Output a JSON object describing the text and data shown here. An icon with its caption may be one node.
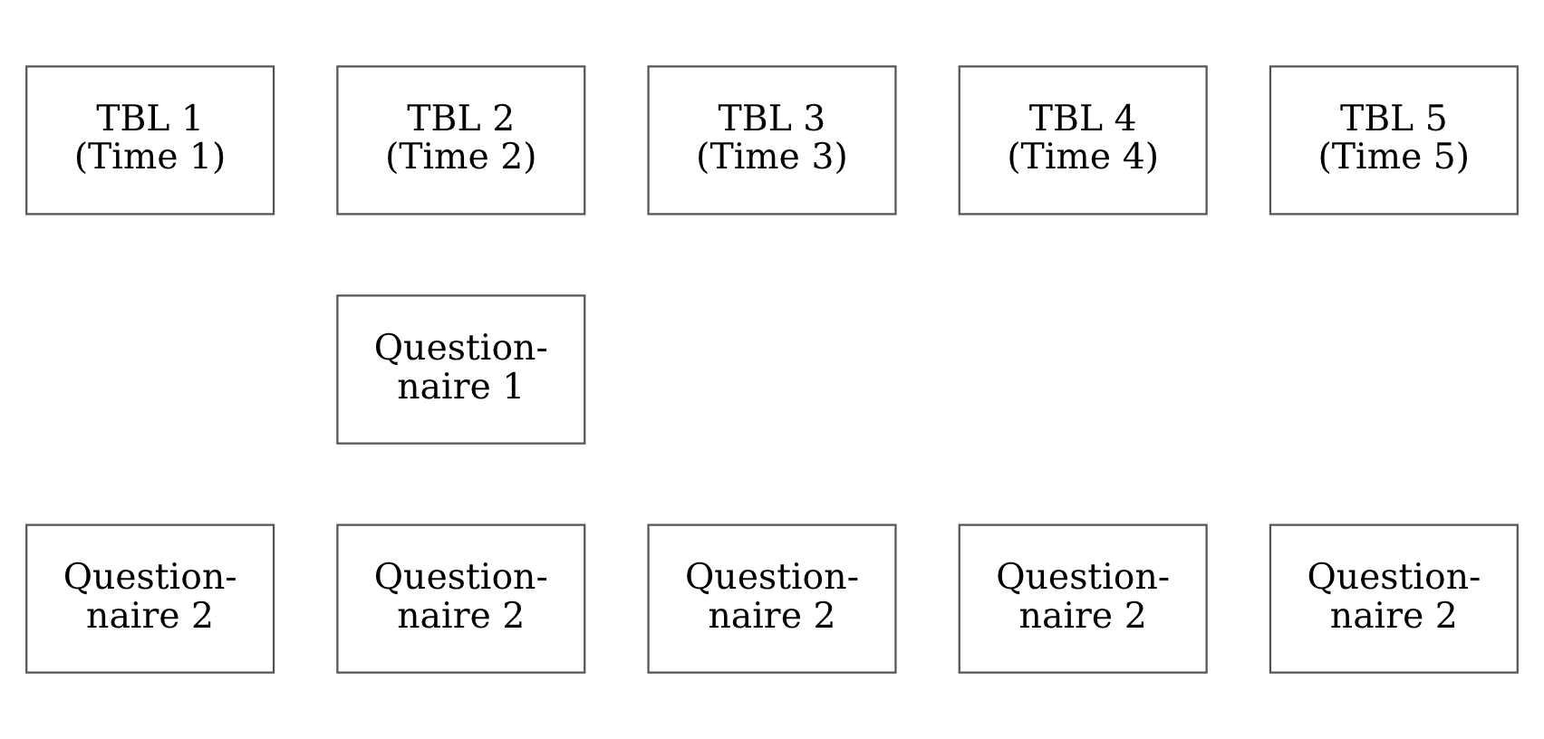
{
  "diagram": {
    "nodes": [
      {
        "text": [
          "TBL 1 (Time 1)"
        ]
      },
      {
        "text": [
          "TBL 2 (Time 2)"
        ]
      },
      {
        "text": [
          "TBL 3 (Time 3)"
        ]
      },
      {
        "text": [
          "TBL 4 (Time 4)"
        ]
      },
      {
        "text": [
          "TBL 5 (Time 5)"
        ]
      },
      {
        "text": [
          "Question- naire 1"
        ]
      },
      {
        "text": [
          "Question- naire 2"
        ]
      },
      {
        "text": [
          "Question- naire 2"
        ]
      },
      {
        "text": [
          "Question- naire 2"
        ]
      },
      {
        "text": [
          "Question- naire 2"
        ]
      },
      {
        "text": [
          "Question- naire 2"
        ]
      }
    ],
    "edges": []
  }
}
